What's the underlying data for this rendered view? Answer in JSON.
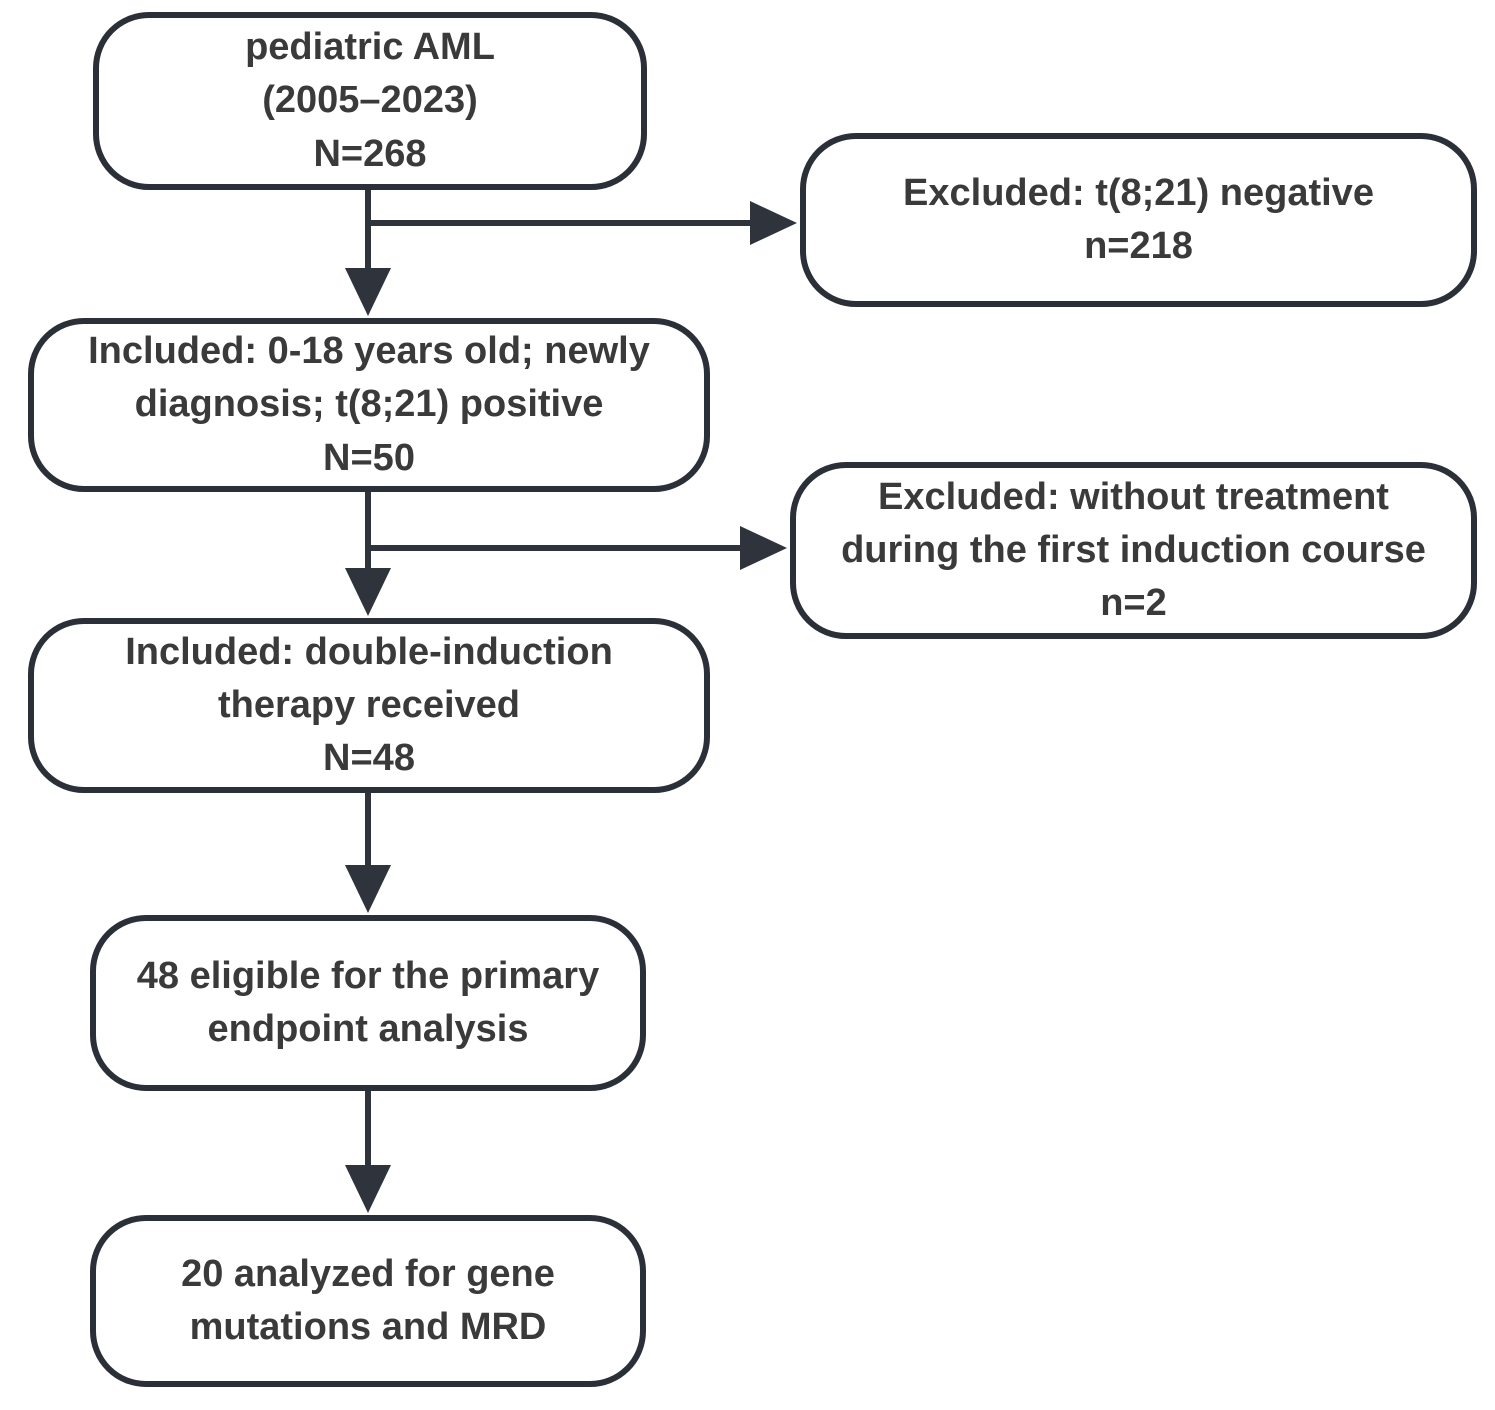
{
  "flowchart": {
    "boxes": [
      {
        "name": "pediatric-aml",
        "lines": [
          "pediatric AML",
          "(2005–2023)",
          "N=268"
        ]
      },
      {
        "name": "excluded-t821-negative",
        "lines": [
          "Excluded: t(8;21) negative",
          "n=218"
        ]
      },
      {
        "name": "included-newly-diagnosed",
        "lines": [
          "Included: 0-18 years old; newly",
          "diagnosis; t(8;21) positive",
          "N=50"
        ]
      },
      {
        "name": "excluded-without-treatment",
        "lines": [
          "Excluded: without treatment",
          "during the first induction course",
          "n=2"
        ]
      },
      {
        "name": "included-double-induction",
        "lines": [
          "Included: double-induction",
          "therapy received",
          "N=48"
        ]
      },
      {
        "name": "eligible-primary-endpoint",
        "lines": [
          "48 eligible for the primary",
          "endpoint analysis"
        ]
      },
      {
        "name": "analyzed-gene-mutations",
        "lines": [
          "20 analyzed for gene",
          "mutations and MRD"
        ]
      }
    ],
    "colors": {
      "border": "#2b2f37",
      "line": "#2f333b",
      "text": "#3a3a3a",
      "background": "#ffffff"
    }
  }
}
